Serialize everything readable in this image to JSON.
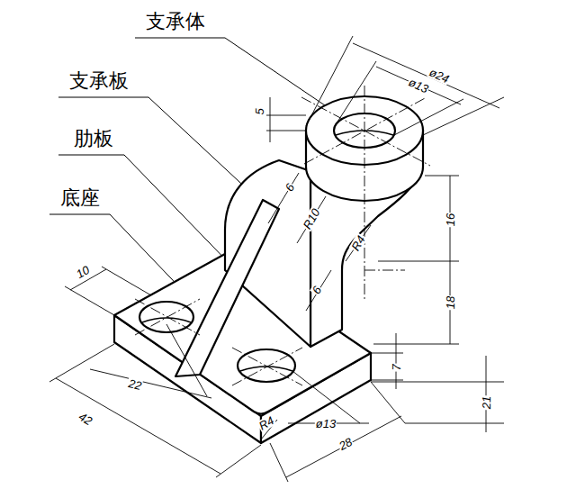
{
  "diagram": {
    "labels": [
      "支承体",
      "支承板",
      "肋板",
      "底座",
      "ø24",
      "ø13",
      "5",
      "6",
      "R10",
      "16",
      "R4",
      "6",
      "18",
      "10",
      "7",
      "22",
      "42",
      "ø13",
      "R4",
      "28",
      "21"
    ]
  }
}
